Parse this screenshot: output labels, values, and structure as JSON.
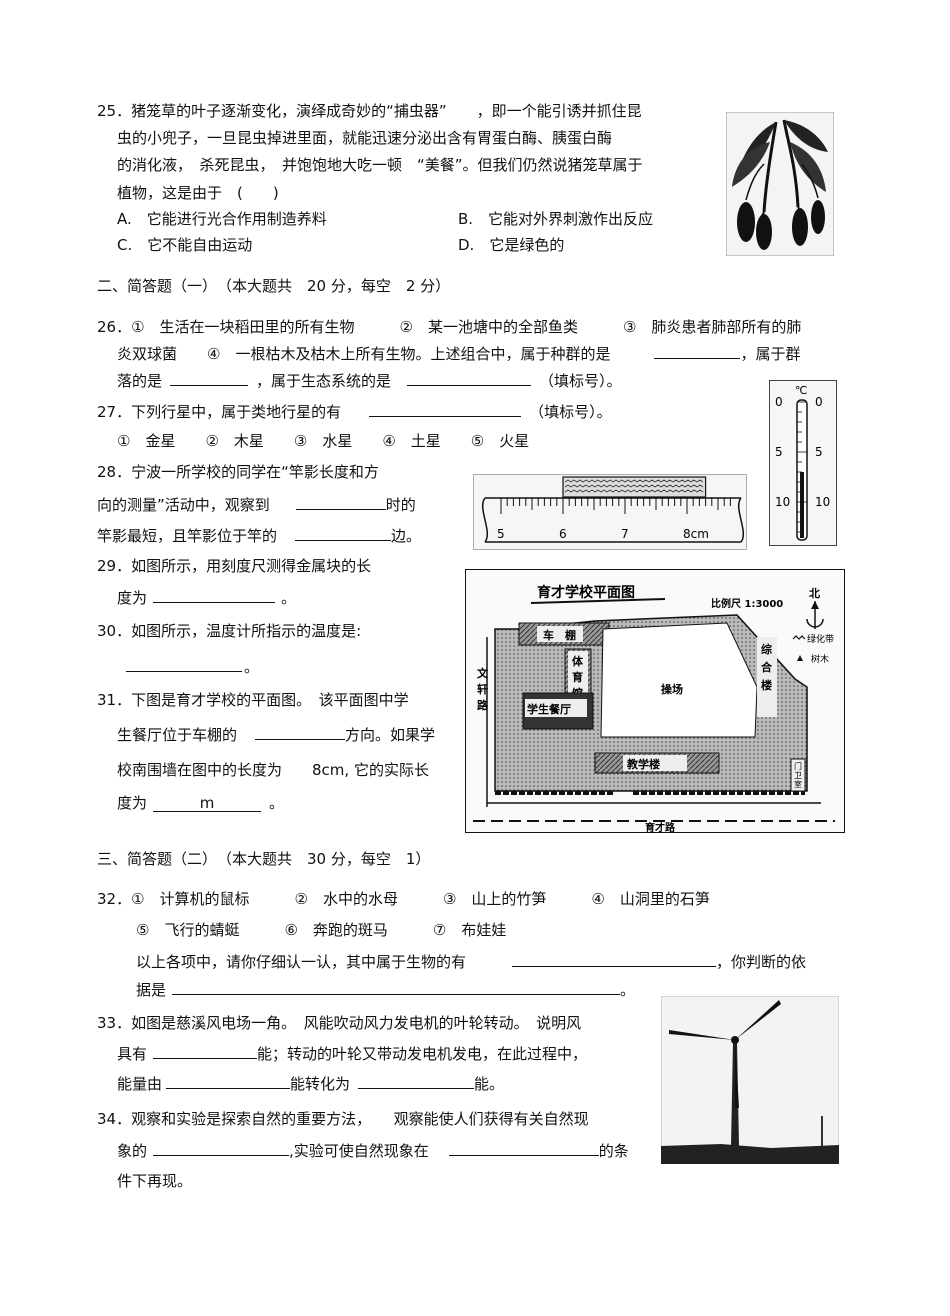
{
  "q25": {
    "l1": "25．猪笼草的叶子逐渐变化，演绎成奇妙的“捕虫器”　　，即一个能引诱并抓住昆",
    "l2": "虫的小兜子，一旦昆虫掉进里面，就能迅速分泌出含有胃蛋白酶、胰蛋白酶",
    "l3": "的消化液，　杀死昆虫，　并饱饱地大吃一顿　“美餐”。但我们仍然说猪笼草属于",
    "l4": "植物，这是由于　(　　)",
    "a": "A.　它能进行光合作用制造养料",
    "b": "B.　它能对外界刺激作出反应",
    "c": "C.　它不能自由运动",
    "d": "D.　它是绿色的"
  },
  "sec2": "二、简答题（一）　（本大题共　20 分，每空　2 分）",
  "q26": {
    "l1": "26．①　生活在一块稻田里的所有生物　　　②　某一池塘中的全部鱼类　　　③　肺炎患者肺部所有的肺",
    "l2a": "炎双球菌　　④　一根枯木及枯木上所有生物。上述组合中，属于种群的是",
    "l2b": "，属于群",
    "l3a": "落的是",
    "l3b": "，属于生态系统的是",
    "l3c": "（填标号）。"
  },
  "q27": {
    "l1a": "27．下列行星中，属于类地行星的有",
    "l1b": "（填标号）。",
    "l2": "①　金星　　②　木星　　③　水星　　④　土星　　⑤　火星"
  },
  "q28": {
    "l1": "28．宁波一所学校的同学在“竿影长度和方",
    "l2a": "向的测量”活动中，观察到",
    "l2b": "时的",
    "l3a": "竿影最短，且竿影位于竿的",
    "l3b": "边。"
  },
  "q29": {
    "l1": "29．如图所示，用刻度尺测得金属块的长",
    "l2a": "度为",
    "l2b": "。"
  },
  "q30": {
    "l1": "30．如图所示，温度计所指示的温度是:",
    "l2": "。"
  },
  "q31": {
    "l1": "31．下图是育才学校的平面图。　该平面图中学",
    "l2a": "生餐厅位于车棚的",
    "l2b": "方向。如果学",
    "l3": "校南围墙在图中的长度为　　8cm, 它的实际长",
    "l4a": "度为",
    "l4unit": "m",
    "l4b": "。"
  },
  "sec3": "三、简答题（二）　（本大题共　30 分，每空　1）",
  "q32": {
    "l1": "32．①　计算机的鼠标　　　②　水中的水母　　　③　山上的竹笋　　　④　山洞里的石笋",
    "l2": "⑤　飞行的蜻蜓　　　⑥　奔跑的斑马　　　⑦　布娃娃",
    "l3a": "以上各项中，请你仔细认一认，其中属于生物的有",
    "l3b": "，你判断的依",
    "l4a": "据是",
    "l4b": "。"
  },
  "q33": {
    "l1": "33．如图是慈溪风电场一角。　风能吹动风力发电机的叶轮转动。　说明风",
    "l2a": "具有",
    "l2b": "能；转动的叶轮又带动发电机发电，在此过程中，",
    "l3a": "能量由",
    "l3b": "能转化为",
    "l3c": "能。"
  },
  "q34": {
    "l1": "34．观察和实验是探索自然的重要方法，　　观察能使人们获得有关自然现",
    "l2a": "象的",
    "l2b": ",实验可使自然现象在",
    "l2c": "的条",
    "l3": "件下再现。"
  },
  "thermo": {
    "unit": "℃",
    "marks": [
      "0",
      "5",
      "10"
    ],
    "reading_c": 7
  },
  "ruler": {
    "ticks": [
      "5",
      "6",
      "7",
      "8cm"
    ],
    "block_start_cm": 6,
    "block_end_cm": 8.3
  },
  "map": {
    "title": "育才学校平面图",
    "scale": "比例尺 1:3000",
    "north": "北",
    "legend_green": "绿化带",
    "legend_tree": "树木",
    "carshed": "车　棚",
    "gym": [
      "体",
      "育",
      "馆"
    ],
    "canteen": "学生餐厅",
    "playground": "操场",
    "complex": [
      "综",
      "合",
      "楼"
    ],
    "teaching": "教学楼",
    "gate": [
      "门",
      "卫",
      "室"
    ],
    "road_w": [
      "文",
      "轩",
      "路"
    ],
    "road_s": "育才路"
  }
}
